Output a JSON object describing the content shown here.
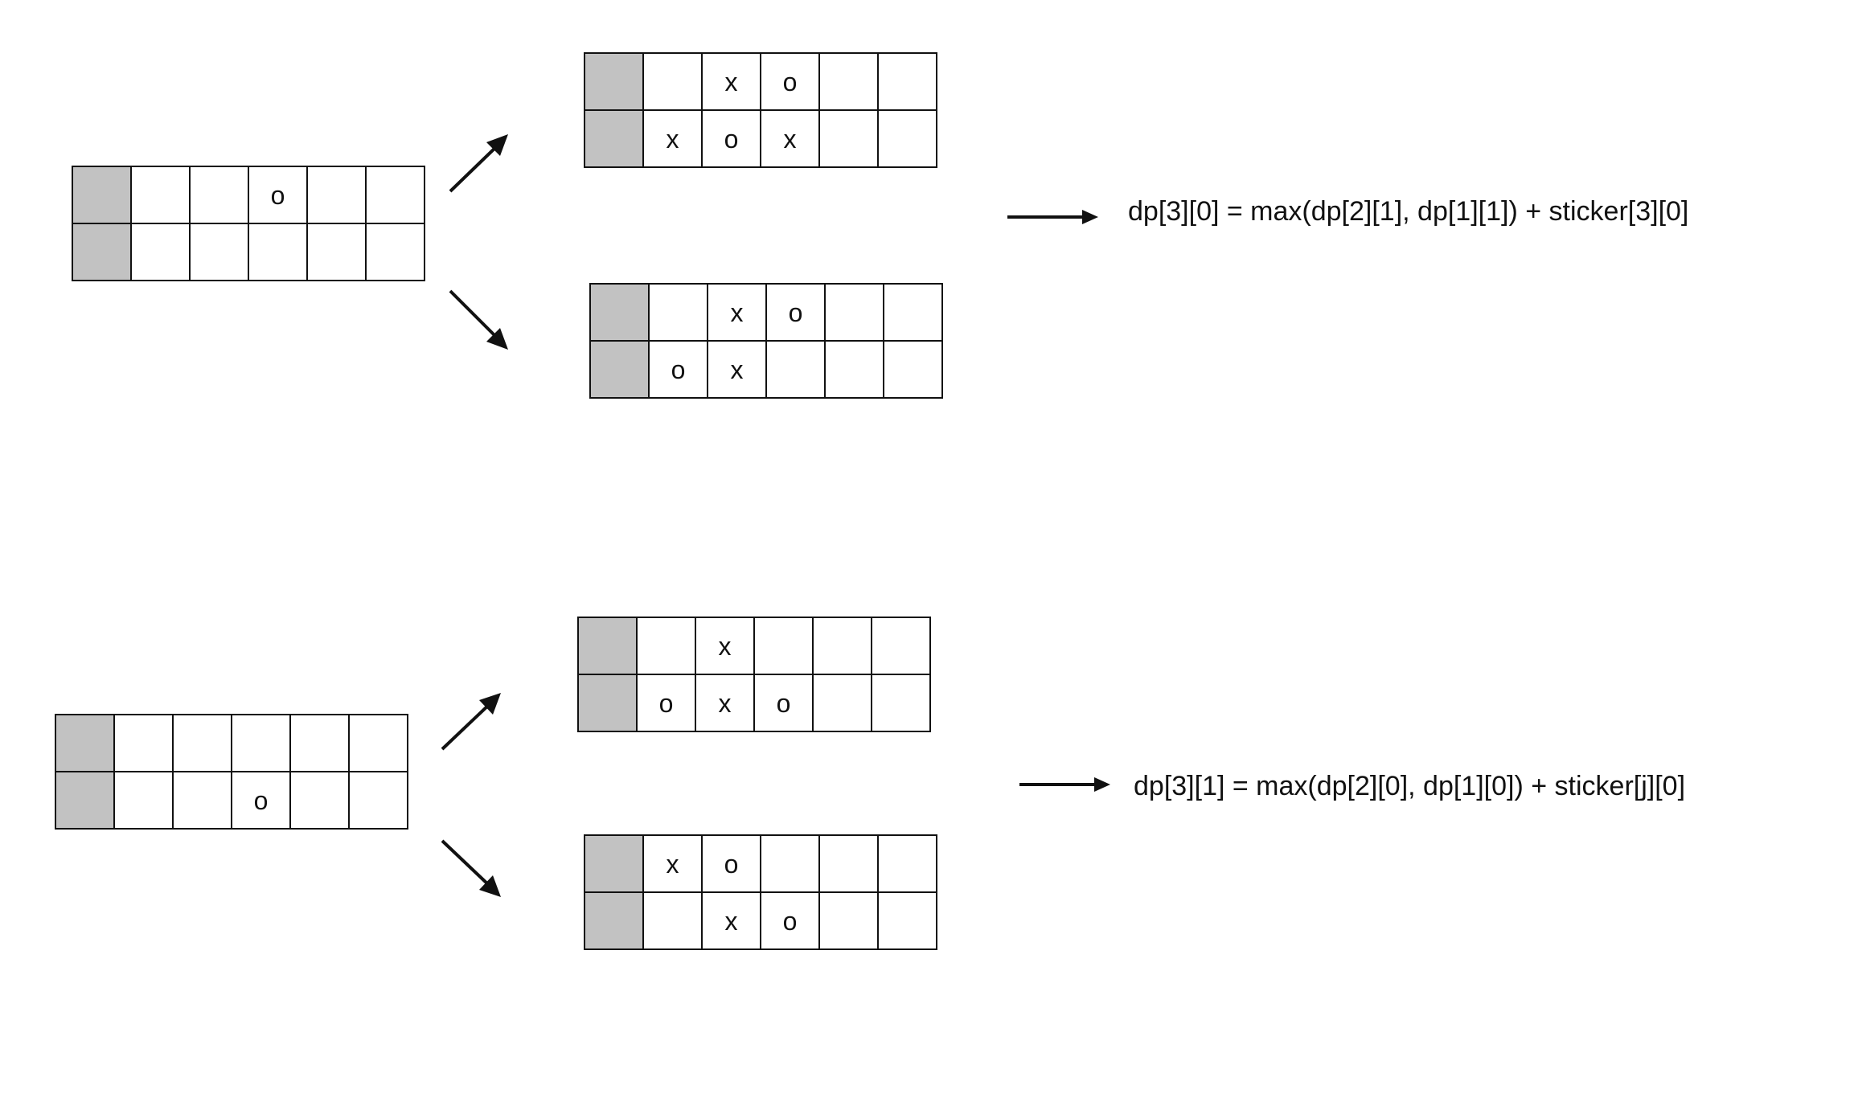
{
  "colors": {
    "shaded_cell": "#c2c2c2",
    "line": "#111111"
  },
  "boards": {
    "top_source": {
      "row0": [
        "",
        "",
        "",
        "o",
        "",
        ""
      ],
      "row1": [
        "",
        "",
        "",
        "",
        "",
        ""
      ]
    },
    "top_upper": {
      "row0": [
        "",
        "",
        "x",
        "o",
        "",
        ""
      ],
      "row1": [
        "",
        "x",
        "o",
        "x",
        "",
        ""
      ]
    },
    "top_lower": {
      "row0": [
        "",
        "",
        "x",
        "o",
        "",
        ""
      ],
      "row1": [
        "",
        "o",
        "x",
        "",
        "",
        ""
      ]
    },
    "bot_source": {
      "row0": [
        "",
        "",
        "",
        "",
        "",
        ""
      ],
      "row1": [
        "",
        "",
        "",
        "o",
        "",
        ""
      ]
    },
    "bot_upper": {
      "row0": [
        "",
        "",
        "x",
        "",
        "",
        ""
      ],
      "row1": [
        "",
        "o",
        "x",
        "o",
        "",
        ""
      ]
    },
    "bot_lower": {
      "row0": [
        "",
        "x",
        "o",
        "",
        "",
        ""
      ],
      "row1": [
        "",
        "",
        "x",
        "o",
        "",
        ""
      ]
    }
  },
  "formulas": {
    "top": "dp[3][0] = max(dp[2][1], dp[1][1]) + sticker[3][0]",
    "bottom": "dp[3][1] = max(dp[2][0], dp[1][0]) + sticker[j][0]"
  },
  "icons": {
    "arrow": "arrow-icon"
  }
}
